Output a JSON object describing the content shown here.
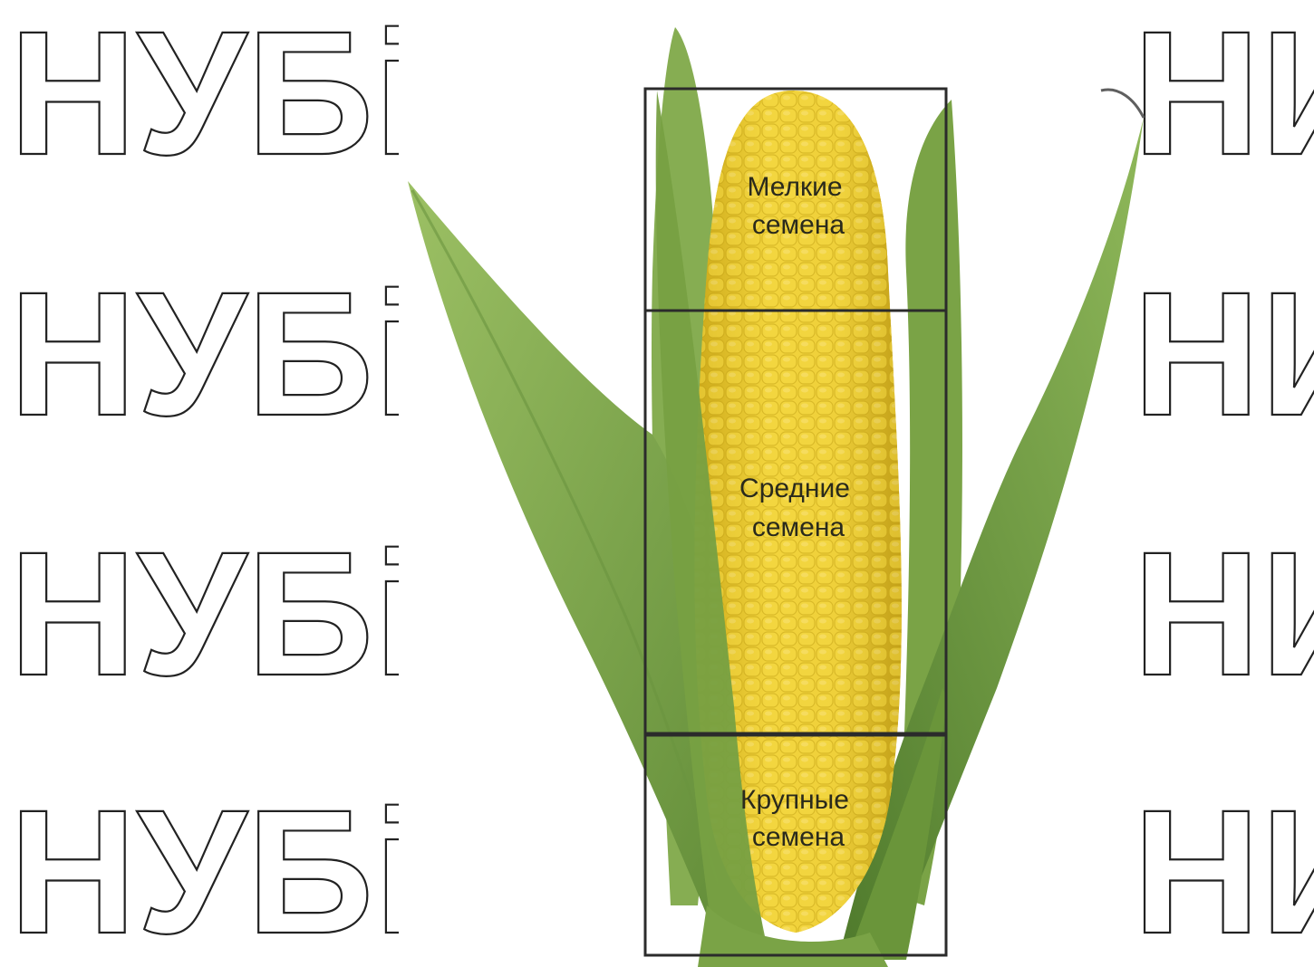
{
  "watermark": {
    "left_text": "НУБіП",
    "right_text": "НИ"
  },
  "diagram": {
    "subject": "corn-cob",
    "zones": [
      {
        "id": "top",
        "label_line1": "Мелкие",
        "label_line2": "семена"
      },
      {
        "id": "middle",
        "label_line1": "Средние",
        "label_line2": "семена"
      },
      {
        "id": "bottom",
        "label_line1": "Крупные",
        "label_line2": "семена"
      }
    ],
    "colors": {
      "kernel": "#e9c930",
      "kernel_shadow": "#b89a12",
      "leaf": "#7fa84a",
      "leaf_dark": "#5b8233",
      "frame": "#2b2b2b"
    }
  }
}
